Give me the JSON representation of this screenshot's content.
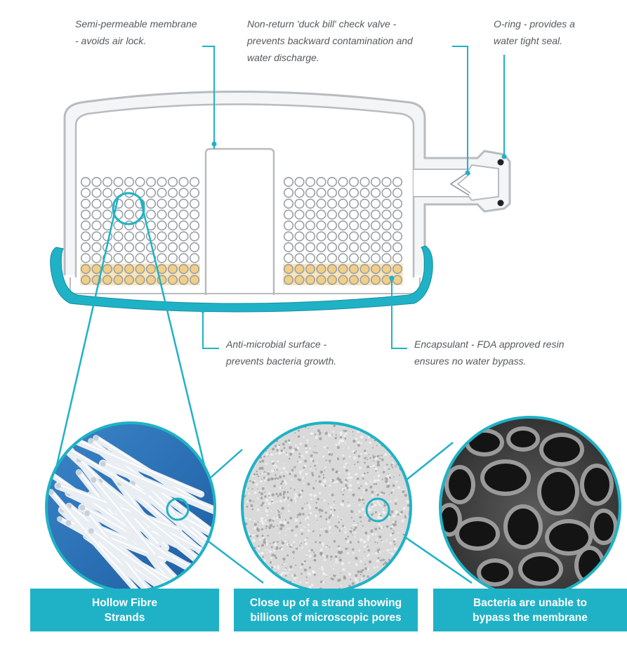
{
  "labels": {
    "membrane": "Semi-permeable membrane\n- avoids air lock.",
    "valve": "Non-return 'duck bill' check valve -\nprevents backward contamination and\nwater discharge.",
    "oring": "O-ring - provides a\nwater tight seal.",
    "antimicrobial": "Anti-microbial surface -\nprevents bacteria growth.",
    "encapsulant": "Encapsulant - FDA approved resin\nensures no water bypass."
  },
  "captions": {
    "hollow_fibre": "Hollow Fibre\nStrands",
    "close_up": "Close up of a strand showing\nbillions of microscopic pores",
    "bacteria": "Bacteria are unable to\nbypass the membrane"
  },
  "colors": {
    "accent": "#1fb2c6",
    "housing": "#b8bcc0",
    "resin": "#f2cf86",
    "fibre_stroke": "#9aa0a6"
  }
}
